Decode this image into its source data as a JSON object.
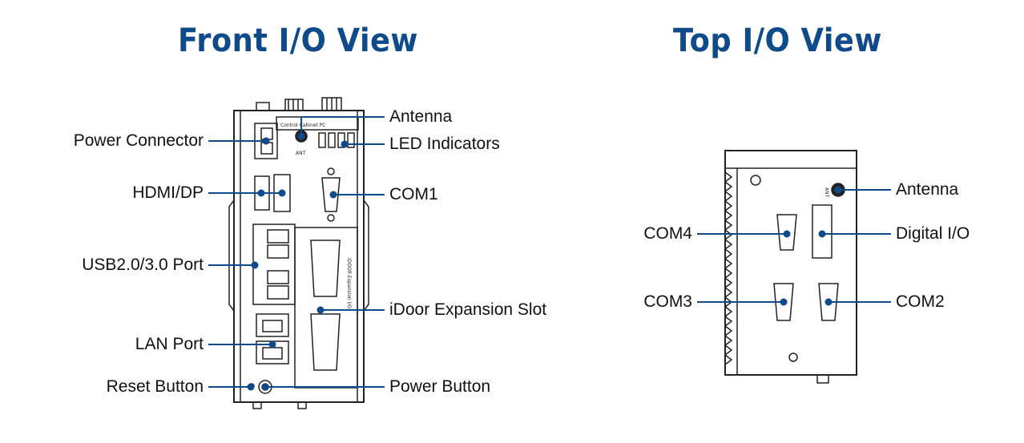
{
  "colors": {
    "heading": "#0f4a8a",
    "leader_line": "#0f4a8a",
    "outline": "#222222",
    "text": "#111111"
  },
  "front_view": {
    "title": "Front I/O View",
    "device_label": "Control Cabinet PC",
    "antenna_mark": "ANT",
    "slot_label": "iDOOR Expansion I/O",
    "callouts": {
      "power_connector": "Power Connector",
      "hdmi_dp": "HDMI/DP",
      "usb": "USB2.0/3.0 Port",
      "lan": "LAN Port",
      "reset": "Reset Button",
      "antenna": "Antenna",
      "led": "LED Indicators",
      "com1": "COM1",
      "idoor": "iDoor Expansion Slot",
      "power_button": "Power Button"
    }
  },
  "top_view": {
    "title": "Top I/O View",
    "antenna_mark": "ANT",
    "callouts": {
      "antenna": "Antenna",
      "com4": "COM4",
      "digital_io": "Digital I/O",
      "com3": "COM3",
      "com2": "COM2"
    }
  }
}
